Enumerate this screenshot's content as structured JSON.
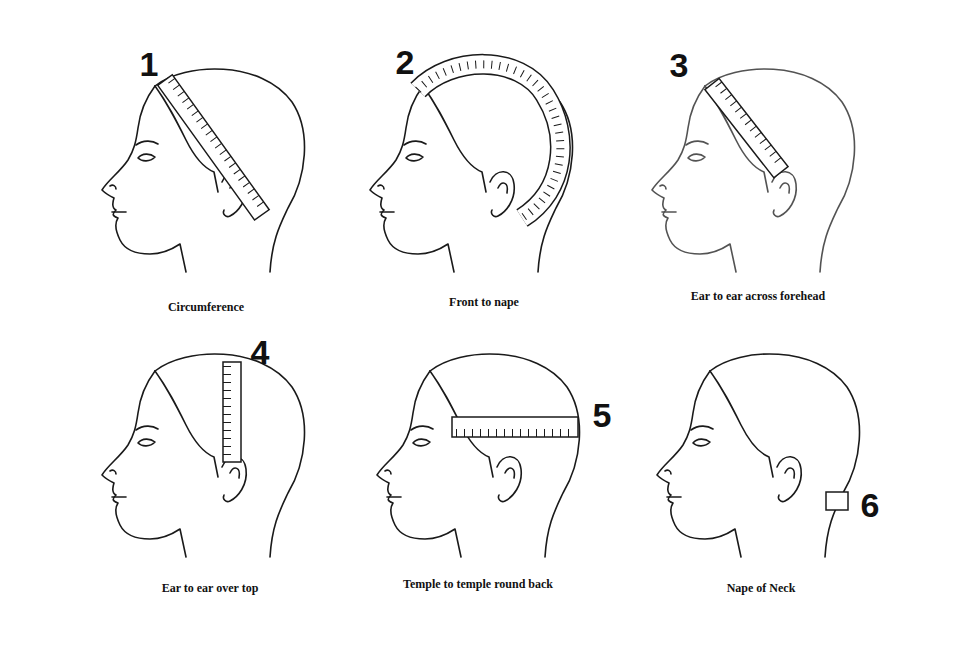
{
  "diagram": {
    "labels": [
      "1",
      "Circumference",
      "2",
      "Front to nape",
      "3",
      "Ear to ear across forehead",
      "4",
      "Ear to ear over top",
      "5",
      "Temple to temple round back",
      "6",
      "Nape of Neck"
    ]
  }
}
